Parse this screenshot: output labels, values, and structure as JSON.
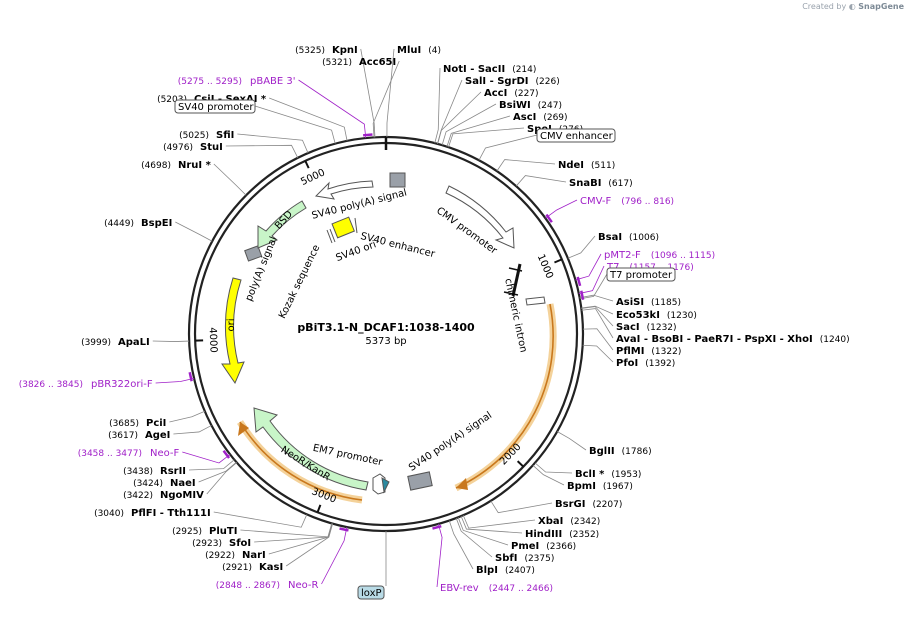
{
  "app": {
    "credit_prefix": "Created by",
    "credit_brand": "SnapGene"
  },
  "plasmid": {
    "name": "pBiT3.1-N_DCAF1:1038-1400",
    "length_label": "5373 bp",
    "total_bp": 5373
  },
  "ticks": [
    {
      "bp": 1000,
      "label": "1000"
    },
    {
      "bp": 2000,
      "label": "2000"
    },
    {
      "bp": 3000,
      "label": "3000"
    },
    {
      "bp": 4000,
      "label": "4000"
    },
    {
      "bp": 5000,
      "label": "5000"
    }
  ],
  "sites": [
    {
      "id": "kpni",
      "name": "KpnI",
      "pos": "(5325)",
      "bp": 5325
    },
    {
      "id": "mlui",
      "name": "MluI",
      "pos": "(4)",
      "bp": 4
    },
    {
      "id": "acc65i",
      "name": "Acc65I",
      "pos": "(5321)",
      "bp": 5321
    },
    {
      "id": "noti",
      "name": "NotI  - SacII",
      "pos": "(214)",
      "bp": 214
    },
    {
      "id": "sali",
      "name": "SalI  - SgrDI",
      "pos": "(226)",
      "bp": 226
    },
    {
      "id": "acci",
      "name": "AccI",
      "pos": "(227)",
      "bp": 227
    },
    {
      "id": "bsiwi",
      "name": "BsiWI",
      "pos": "(247)",
      "bp": 247
    },
    {
      "id": "asci",
      "name": "AscI",
      "pos": "(269)",
      "bp": 269
    },
    {
      "id": "spei",
      "name": "SpeI",
      "pos": "(276)",
      "bp": 276
    },
    {
      "id": "csii",
      "name": "CsiI  - SexAI *",
      "pos": "(5203)",
      "bp": 5203
    },
    {
      "id": "sfii",
      "name": "SfiI",
      "pos": "(5025)",
      "bp": 5025
    },
    {
      "id": "stui",
      "name": "StuI",
      "pos": "(4976)",
      "bp": 4976
    },
    {
      "id": "nrui",
      "name": "NruI *",
      "pos": "(4698)",
      "bp": 4698
    },
    {
      "id": "ndei",
      "name": "NdeI",
      "pos": "(511)",
      "bp": 511
    },
    {
      "id": "snabi",
      "name": "SnaBI",
      "pos": "(617)",
      "bp": 617
    },
    {
      "id": "bspei",
      "name": "BspEI",
      "pos": "(4449)",
      "bp": 4449
    },
    {
      "id": "bsai",
      "name": "BsaI",
      "pos": "(1006)",
      "bp": 1006
    },
    {
      "id": "asisi",
      "name": "AsiSI",
      "pos": "(1185)",
      "bp": 1185
    },
    {
      "id": "eco53ki",
      "name": "Eco53kI",
      "pos": "(1230)",
      "bp": 1230
    },
    {
      "id": "saci",
      "name": "SacI",
      "pos": "(1232)",
      "bp": 1232
    },
    {
      "id": "avai",
      "name": "AvaI  - BsoBI  - PaeR7I  - PspXI  - XhoI",
      "pos": "(1240)",
      "bp": 1240
    },
    {
      "id": "pflmi",
      "name": "PflMI",
      "pos": "(1322)",
      "bp": 1322
    },
    {
      "id": "pfoi",
      "name": "PfoI",
      "pos": "(1392)",
      "bp": 1392
    },
    {
      "id": "apali",
      "name": "ApaLI",
      "pos": "(3999)",
      "bp": 3999
    },
    {
      "id": "pcii",
      "name": "PciI",
      "pos": "(3685)",
      "bp": 3685
    },
    {
      "id": "agei",
      "name": "AgeI",
      "pos": "(3617)",
      "bp": 3617
    },
    {
      "id": "bglii",
      "name": "BglII",
      "pos": "(1786)",
      "bp": 1786
    },
    {
      "id": "rsrii",
      "name": "RsrII",
      "pos": "(3438)",
      "bp": 3438
    },
    {
      "id": "naei",
      "name": "NaeI",
      "pos": "(3424)",
      "bp": 3424
    },
    {
      "id": "ngomiv",
      "name": "NgoMIV",
      "pos": "(3422)",
      "bp": 3422
    },
    {
      "id": "bcli",
      "name": "BclI *",
      "pos": "(1953)",
      "bp": 1953
    },
    {
      "id": "bpmi",
      "name": "BpmI",
      "pos": "(1967)",
      "bp": 1967
    },
    {
      "id": "bsrgi",
      "name": "BsrGI",
      "pos": "(2207)",
      "bp": 2207
    },
    {
      "id": "pflfi",
      "name": "PflFI  - Tth111I",
      "pos": "(3040)",
      "bp": 3040
    },
    {
      "id": "xbai",
      "name": "XbaI",
      "pos": "(2342)",
      "bp": 2342
    },
    {
      "id": "hindiii",
      "name": "HindIII",
      "pos": "(2352)",
      "bp": 2352
    },
    {
      "id": "pluti",
      "name": "PluTI",
      "pos": "(2925)",
      "bp": 2925
    },
    {
      "id": "pmei",
      "name": "PmeI",
      "pos": "(2366)",
      "bp": 2366
    },
    {
      "id": "sfoi",
      "name": "SfoI",
      "pos": "(2923)",
      "bp": 2923
    },
    {
      "id": "sbfi",
      "name": "SbfI",
      "pos": "(2375)",
      "bp": 2375
    },
    {
      "id": "nari",
      "name": "NarI",
      "pos": "(2922)",
      "bp": 2922
    },
    {
      "id": "blpi",
      "name": "BlpI",
      "pos": "(2407)",
      "bp": 2407
    },
    {
      "id": "kasi",
      "name": "KasI",
      "pos": "(2921)",
      "bp": 2921
    }
  ],
  "primers": [
    {
      "id": "pbabe3",
      "name": "pBABE 3'",
      "pos": "(5275 .. 5295)",
      "start": 5275,
      "end": 5295
    },
    {
      "id": "cmvf",
      "name": "CMV-F",
      "pos": "(796 .. 816)",
      "start": 796,
      "end": 816
    },
    {
      "id": "pmt2f",
      "name": "pMT2-F",
      "pos": "(1096 .. 1115)",
      "start": 1096,
      "end": 1115
    },
    {
      "id": "t7",
      "name": "T7",
      "pos": "(1157 .. 1176)",
      "start": 1157,
      "end": 1176
    },
    {
      "id": "pbr322",
      "name": "pBR322ori-F",
      "pos": "(3826 .. 3845)",
      "start": 3826,
      "end": 3845
    },
    {
      "id": "neof",
      "name": "Neo-F",
      "pos": "(3458 .. 3477)",
      "start": 3458,
      "end": 3477
    },
    {
      "id": "neor",
      "name": "Neo-R",
      "pos": "(2848 .. 2867)",
      "start": 2848,
      "end": 2867
    },
    {
      "id": "ebvrev",
      "name": "EBV-rev",
      "pos": "(2447 .. 2466)",
      "start": 2447,
      "end": 2466
    }
  ],
  "boxed_features": [
    {
      "id": "sv40-promoter",
      "label": "SV40 promoter"
    },
    {
      "id": "cmv-enhancer",
      "label": "CMV enhancer"
    },
    {
      "id": "t7-promoter",
      "label": "T7 promoter"
    },
    {
      "id": "loxp",
      "label": "loxP"
    }
  ],
  "arc_features": [
    {
      "id": "cmv-promoter",
      "label": "CMV promoter",
      "start": 290,
      "end": 980,
      "color": "#ffffff"
    },
    {
      "id": "sv40-polya-top",
      "label": "SV40 poly(A) signal",
      "start": 4930,
      "end": 5240,
      "color": "#ffffff"
    },
    {
      "id": "sv40-enhancer",
      "label": "SV40 enhancer",
      "start": 5250,
      "end": 5330,
      "color": "#ffffff"
    },
    {
      "id": "bsd",
      "label": "BSD",
      "start": 4500,
      "end": 4880,
      "color": "#c8f5c8"
    },
    {
      "id": "ori",
      "label": "ori",
      "start": 3870,
      "end": 4460,
      "color": "#ffff00"
    },
    {
      "id": "neor-kanr",
      "label": "NeoR/KanR",
      "start": 2960,
      "end": 3755,
      "color": "#c8f5c8"
    },
    {
      "id": "sv40-polya-bottom",
      "label": "SV40 poly(A) signal",
      "start": 2180,
      "end": 2290,
      "color": "#ffffff"
    }
  ],
  "internal_labels": [
    {
      "id": "kozak",
      "label": "Kozak sequence"
    },
    {
      "id": "sv40-ori",
      "label": "SV40 ori"
    },
    {
      "id": "polya-signal",
      "label": "poly(A) signal"
    },
    {
      "id": "chimeric-intron",
      "label": "chimeric intron"
    },
    {
      "id": "em7-promoter",
      "label": "EM7 promoter"
    }
  ]
}
